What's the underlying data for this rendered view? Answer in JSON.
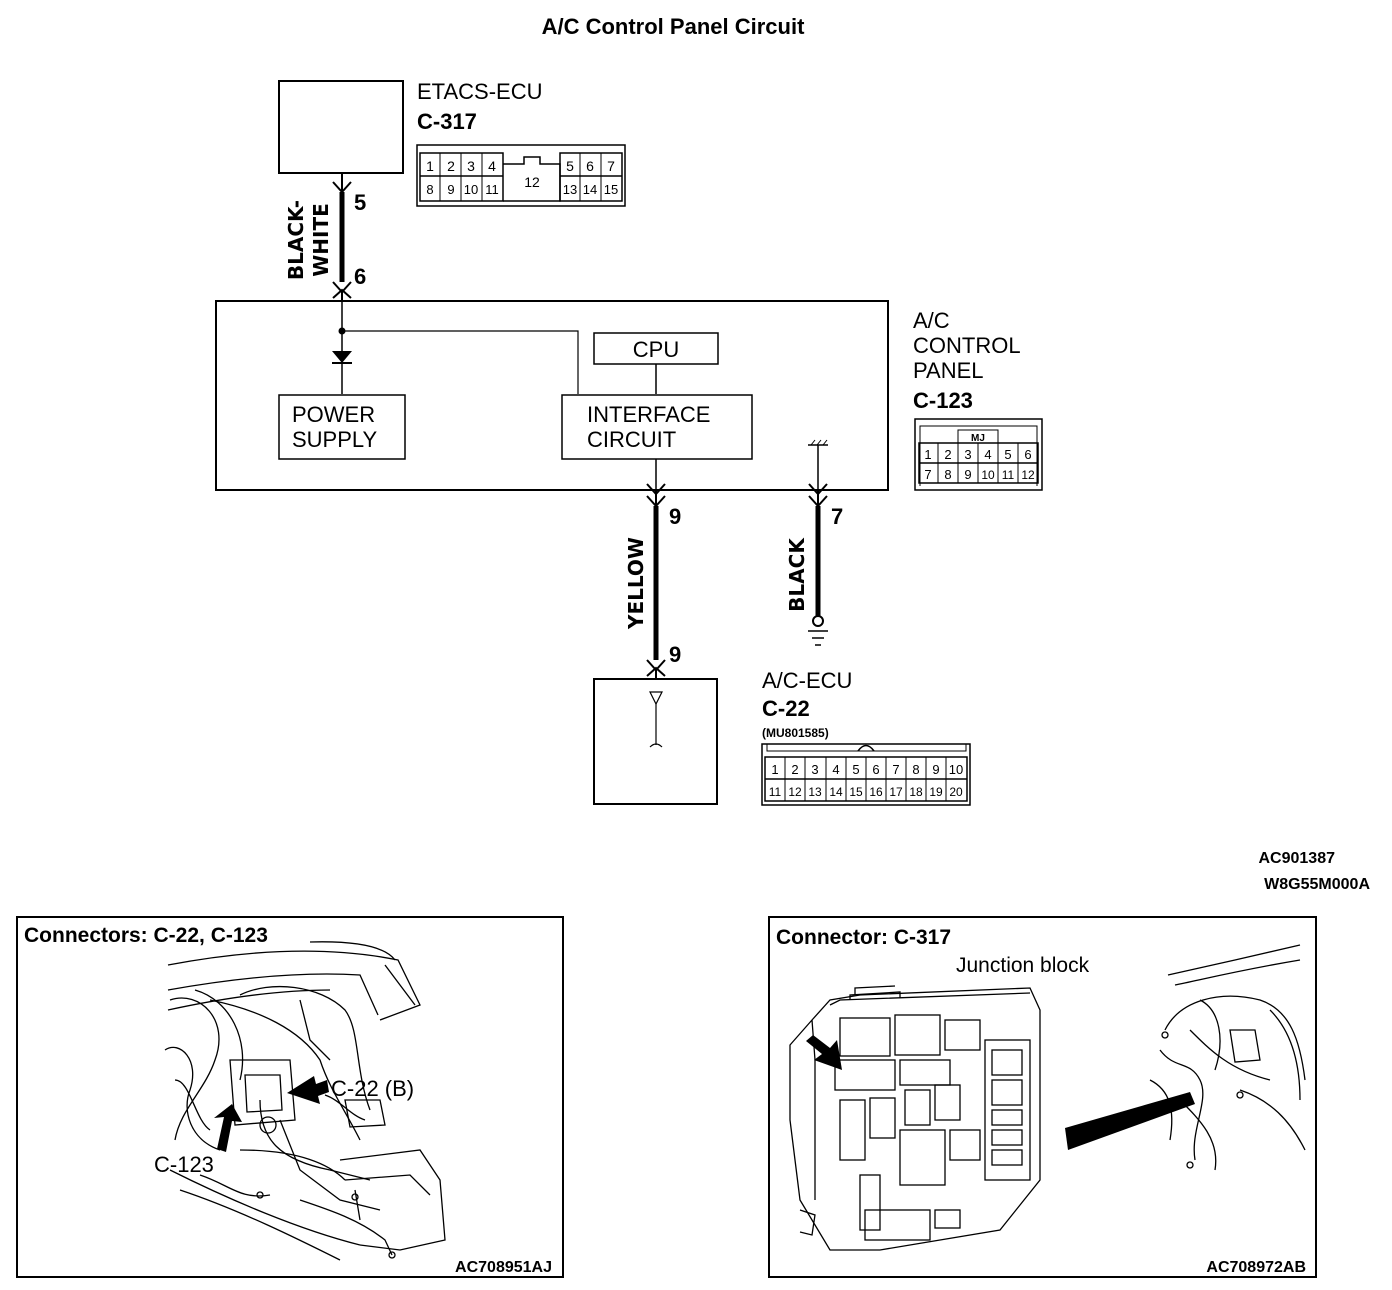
{
  "title": "A/C Control Panel Circuit",
  "etacs": {
    "name": "ETACS-ECU",
    "connector": "C-317",
    "pins_top_left": [
      "1",
      "2",
      "3",
      "4"
    ],
    "pins_top_right": [
      "5",
      "6",
      "7"
    ],
    "pins_bottom_left": [
      "8",
      "9",
      "10",
      "11"
    ],
    "pins_bottom_right": [
      "13",
      "14",
      "15"
    ],
    "pin_center": "12"
  },
  "wire_bw": {
    "color_line1": "BLACK-",
    "color_line2": "WHITE",
    "pin_top": "5",
    "pin_bottom": "6"
  },
  "panel": {
    "name_line1": "A/C",
    "name_line2": "CONTROL",
    "name_line3": "PANEL",
    "connector": "C-123",
    "connector_tag": "MJ",
    "pins_row1": [
      "1",
      "2",
      "3",
      "4",
      "5",
      "6"
    ],
    "pins_row2": [
      "7",
      "8",
      "9",
      "10",
      "11",
      "12"
    ],
    "cpu_label": "CPU",
    "power_line1": "POWER",
    "power_line2": "SUPPLY",
    "interface_line1": "INTERFACE",
    "interface_line2": "CIRCUIT"
  },
  "wire_yellow": {
    "color": "YELLOW",
    "pin_top": "9",
    "pin_bottom": "9"
  },
  "wire_black": {
    "color": "BLACK",
    "pin_top": "7"
  },
  "ac_ecu": {
    "name": "A/C-ECU",
    "connector": "C-22",
    "part": "(MU801585)",
    "pins_row1": [
      "1",
      "2",
      "3",
      "4",
      "5",
      "6",
      "7",
      "8",
      "9",
      "10"
    ],
    "pins_row2": [
      "11",
      "12",
      "13",
      "14",
      "15",
      "16",
      "17",
      "18",
      "19",
      "20"
    ]
  },
  "codes": {
    "line1": "AC901387",
    "line2": "W8G55M000A"
  },
  "photo_left": {
    "title": "Connectors: C-22, C-123",
    "label_c22": "C-22 (B)",
    "label_c123": "C-123",
    "code": "AC708951AJ"
  },
  "photo_right": {
    "title": "Connector: C-317",
    "label_junction": "Junction block",
    "code": "AC708972AB"
  }
}
